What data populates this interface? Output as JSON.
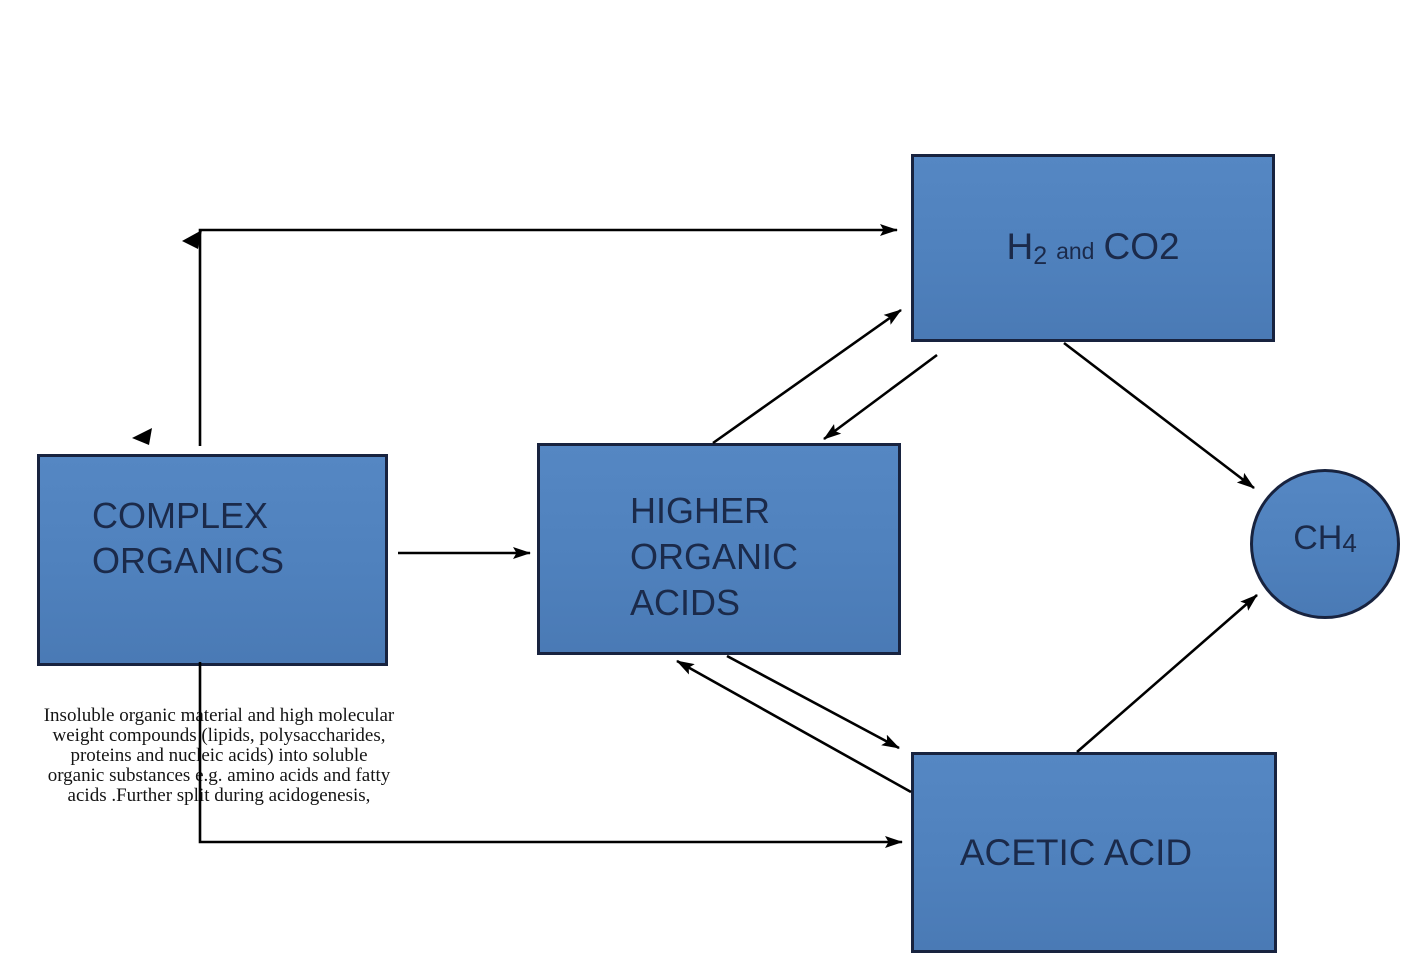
{
  "nodes": {
    "h2_co2": {
      "h": "H",
      "h_sub": "2",
      "conj": "and",
      "co2": "CO2"
    },
    "complex_organics": {
      "lines": [
        "COMPLEX",
        "ORGANICS"
      ]
    },
    "higher_organic_acids": {
      "lines": [
        "HIGHER",
        "ORGANIC",
        "ACIDS"
      ]
    },
    "acetic_acid": {
      "label": "ACETIC ACID"
    },
    "ch4": {
      "base": "CH",
      "sub": "4"
    }
  },
  "caption": {
    "lines": [
      "Insoluble organic material and high molecular",
      "weight compounds (lipids, polysaccharides,",
      "proteins and nucleic acids) into soluble",
      "organic substances e.g. amino acids and fatty",
      "acids .Further split during acidogenesis,"
    ]
  },
  "colors": {
    "node_fill": "#4f81bd",
    "node_border": "#18233f",
    "node_text": "#1b2a4a",
    "arrow": "#000000",
    "caption_text": "#141414",
    "background": "#ffffff"
  }
}
